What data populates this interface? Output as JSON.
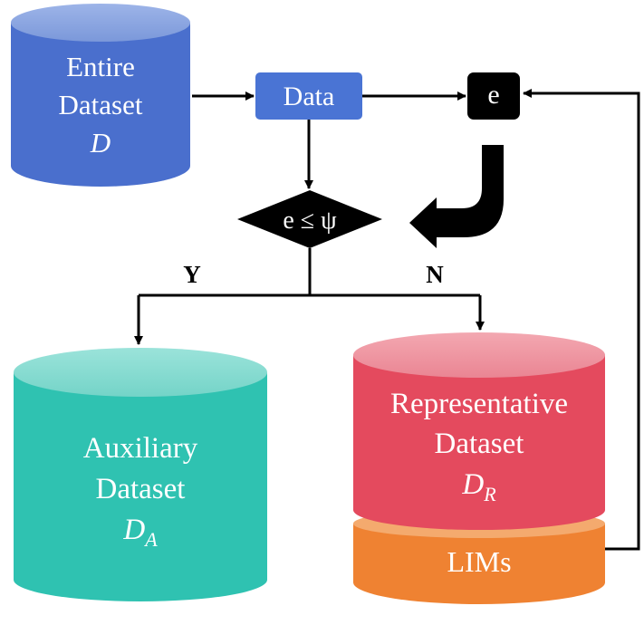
{
  "nodes": {
    "entire_dataset": {
      "line1": "Entire",
      "line2": "Dataset",
      "symbol": "D",
      "color": "#4a6fcd",
      "top_color": "#8aa6e0"
    },
    "data_box": {
      "label": "Data",
      "color": "#4a74d4"
    },
    "e_box": {
      "label": "e",
      "color": "#000000"
    },
    "decision": {
      "label": "e ≤ ψ",
      "color": "#000000"
    },
    "auxiliary_dataset": {
      "line1": "Auxiliary",
      "line2": "Dataset",
      "symbol": "D",
      "subscript": "A",
      "color": "#2fc2b1",
      "top_color": "#86dcd1"
    },
    "representative_dataset": {
      "line1": "Representative",
      "line2": "Dataset",
      "symbol": "D",
      "subscript": "R",
      "color": "#e44a5e",
      "top_color": "#ef95a0"
    },
    "lims": {
      "label": "LIMs",
      "color": "#ef8232",
      "top_color": "#f4aa6e"
    }
  },
  "branches": {
    "yes": "Y",
    "no": "N"
  }
}
